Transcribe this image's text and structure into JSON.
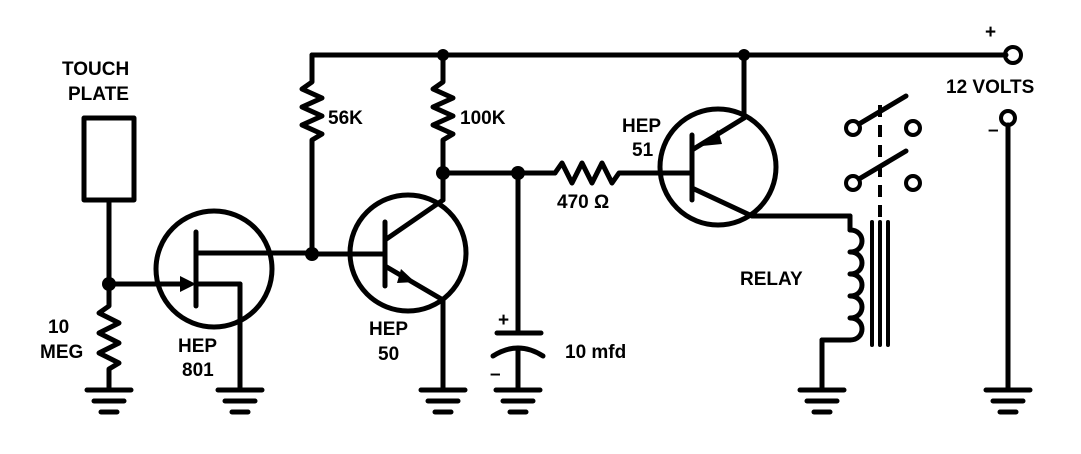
{
  "labels": {
    "touch_plate_line1": "TOUCH",
    "touch_plate_line2": "PLATE",
    "r_10meg_line1": "10",
    "r_10meg_line2": "MEG",
    "q1_line1": "HEP",
    "q1_line2": "801",
    "r_56k": "56K",
    "r_100k": "100K",
    "q2_line1": "HEP",
    "q2_line2": "50",
    "cap_plus": "+",
    "cap_minus": "–",
    "cap_value": "10 mfd",
    "r_470": "470 Ω",
    "q3_line1": "HEP",
    "q3_line2": "51",
    "relay": "RELAY",
    "supply_plus": "+",
    "supply_minus": "–",
    "supply_voltage": "12 VOLTS"
  }
}
